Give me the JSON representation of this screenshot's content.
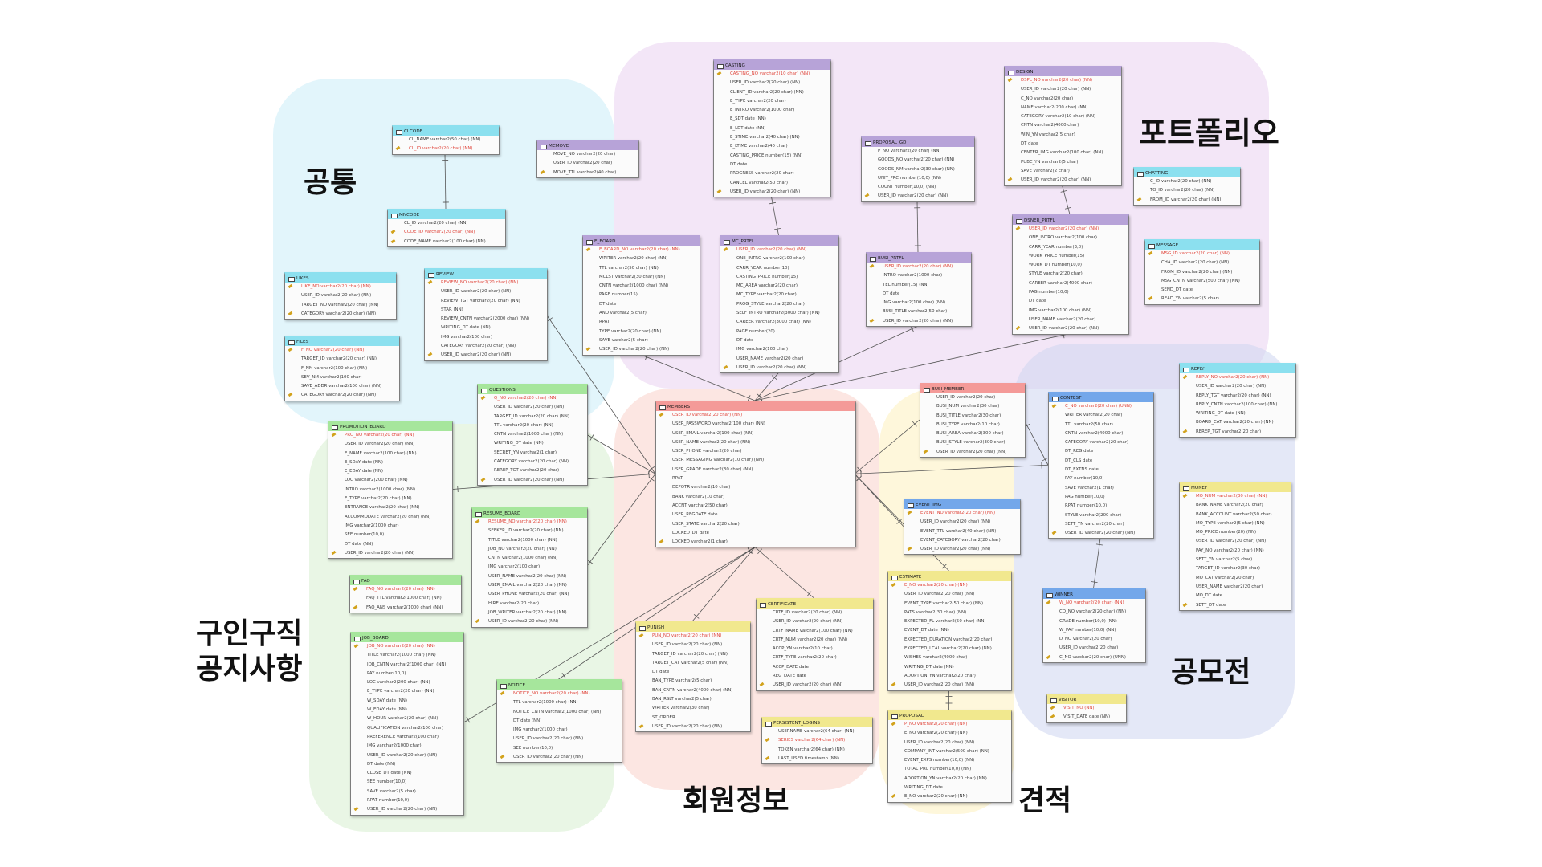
{
  "regions": {
    "common": "공통",
    "portfolio": "포트폴리오",
    "job": "구인구직\n공지사항",
    "member": "회원정보",
    "estimate": "견적",
    "contest": "공모전"
  },
  "colors": {
    "cyan": "#8ce0ef",
    "purple": "#b7a3d8",
    "red": "#f49a98",
    "blue": "#73a7ea",
    "yellow": "#f1e88e",
    "green": "#a6e69c"
  },
  "tables": [
    {
      "id": "clcode",
      "name": "CLCODE",
      "color": "cyan",
      "fields": [
        "CL_NAME varchar2(50 char) (NN)",
        "CL_ID varchar2(20 char) (NN)"
      ],
      "pk": [
        1
      ]
    },
    {
      "id": "mncode",
      "name": "MNCODE",
      "color": "cyan",
      "fields": [
        "CL_ID varchar2(20 char) (NN)",
        "CODE_ID varchar2(20 char) (NN)",
        "CODE_NAME varchar2(100 char) (NN)"
      ],
      "pk": [
        1
      ]
    },
    {
      "id": "mcmove",
      "name": "MCMOVE",
      "color": "purple",
      "fields": [
        "MOVE_NO varchar2(20 char)",
        "USER_ID varchar2(20 char)",
        "MOVE_TTL varchar2(40 char)"
      ],
      "pk": []
    },
    {
      "id": "likes",
      "name": "LIKES",
      "color": "cyan",
      "fields": [
        "LIKE_NO varchar2(20 char) (NN)",
        "USER_ID varchar2(20 char) (NN)",
        "TARGET_NO varchar2(20 char) (NN)",
        "CATEGORY varchar2(20 char) (NN)"
      ],
      "pk": [
        0
      ]
    },
    {
      "id": "files",
      "name": "FILES",
      "color": "cyan",
      "fields": [
        "F_NO varchar2(20 char) (NN)",
        "TARGET_ID varchar2(20 char) (NN)",
        "F_NM varchar2(100 char) (NN)",
        "SEV_NM varchar2(100 char)",
        "SAVE_ADDR varchar2(100 char) (NN)",
        "CATEGORY varchar2(20 char) (NN)"
      ],
      "pk": [
        0
      ]
    },
    {
      "id": "review",
      "name": "REVIEW",
      "color": "cyan",
      "fields": [
        "REVIEW_NO varchar2(20 char) (NN)",
        "USER_ID varchar2(20 char) (NN)",
        "REVIEW_TGT varchar2(20 char) (NN)",
        "STAR (NN)",
        "REVIEW_CNTN varchar2(2000 char) (NN)",
        "WRITING_DT date (NN)",
        "IMG varchar2(100 char)",
        "CATEGORY varchar2(20 char) (NN)",
        "USER_ID varchar2(20 char) (NN)"
      ],
      "pk": [
        0
      ]
    },
    {
      "id": "e_board",
      "name": "E_BOARD",
      "color": "purple",
      "fields": [
        "E_BOARD_NO varchar2(20 char) (NN)",
        "WRITER varchar2(20 char) (NN)",
        "TTL varchar2(50 char) (NN)",
        "MCLST varchar2(30 char) (NN)",
        "CNTN varchar2(1000 char) (NN)",
        "PAGE number(15)",
        "DT date",
        "ANO varchar2(5 char)",
        "RPAT",
        "TYPE varchar2(20 char) (NN)",
        "SAVE varchar2(5 char)",
        "USER_ID varchar2(20 char) (NN)"
      ],
      "pk": [
        0
      ]
    },
    {
      "id": "casting",
      "name": "CASTING",
      "color": "purple",
      "fields": [
        "CASTING_NO varchar2(10 char) (NN)",
        "USER_ID varchar2(20 char) (NN)",
        "CLIENT_ID varchar2(20 char) (NN)",
        "E_TYPE varchar2(20 char)",
        "E_INTRO varchar2(1000 char)",
        "E_SDT date (NN)",
        "E_LDT date (NN)",
        "E_STIME varchar2(40 char) (NN)",
        "E_LTIME varchar2(40 char)",
        "CASTING_PRICE number(15) (NN)",
        "DT date",
        "PROGRESS varchar2(20 char)",
        "CANCEL varchar2(50 char)",
        "USER_ID varchar2(20 char) (NN)"
      ],
      "pk": [
        0
      ]
    },
    {
      "id": "mc_prtfl",
      "name": "MC_PRTFL",
      "color": "purple",
      "fields": [
        "USER_ID varchar2(20 char) (NN)",
        "ONE_INTRO varchar2(100 char)",
        "CARR_YEAR number(10)",
        "CASTING_PRICE number(15)",
        "MC_AREA varchar2(20 char)",
        "MC_TYPE varchar2(20 char)",
        "PROG_STYLE varchar2(20 char)",
        "SELF_INTRO varchar2(3000 char) (NN)",
        "CAREER varchar2(3000 char) (NN)",
        "PAGE number(20)",
        "DT date",
        "IMG varchar2(100 char)",
        "USER_NAME varchar2(20 char)",
        "USER_ID varchar2(20 char) (NN)"
      ],
      "pk": [
        0
      ]
    },
    {
      "id": "proposal_gd",
      "name": "PROPOSAL_GD",
      "color": "purple",
      "fields": [
        "P_NO varchar2(20 char) (NN)",
        "GOODS_NO varchar2(20 char) (NN)",
        "GOODS_NM varchar2(30 char) (NN)",
        "UNIT_PRC number(10,0) (NN)",
        "COUNT number(10,0) (NN)",
        "USER_ID varchar2(20 char) (NN)"
      ],
      "pk": []
    },
    {
      "id": "busi_prtfl",
      "name": "BUSI_PRTFL",
      "color": "purple",
      "fields": [
        "USER_ID varchar2(20 char) (NN)",
        "INTRO varchar2(1000 char)",
        "TEL number(15) (NN)",
        "DT date",
        "IMG varchar2(100 char) (NN)",
        "BUSI_TITLE varchar2(50 char)",
        "USER_ID varchar2(20 char) (NN)"
      ],
      "pk": [
        0
      ]
    },
    {
      "id": "design",
      "name": "DESIGN",
      "color": "purple",
      "fields": [
        "DSPL_NO varchar2(20 char) (NN)",
        "USER_ID varchar2(20 char) (NN)",
        "C_NO varchar2(20 char)",
        "NAME varchar2(200 char) (NN)",
        "CATEGORY varchar2(10 char) (NN)",
        "CNTN varchar2(4000 char)",
        "WIN_YN varchar2(5 char)",
        "DT date",
        "CENTER_IMG varchar2(100 char) (NN)",
        "PUBC_YN varchar2(5 char)",
        "SAVE varchar2(2 char)",
        "USER_ID varchar2(20 char) (NN)"
      ],
      "pk": [
        0
      ]
    },
    {
      "id": "dsner_prtfl",
      "name": "DSNER_PRTFL",
      "color": "purple",
      "fields": [
        "USER_ID varchar2(20 char) (NN)",
        "ONE_INTRO varchar2(100 char)",
        "CARR_YEAR number(3,0)",
        "WORK_PRICE number(15)",
        "WORK_DT number(10,0)",
        "STYLE varchar2(20 char)",
        "CAREER varchar2(4000 char)",
        "PAG number(10,0)",
        "DT date",
        "IMG varchar2(100 char) (NN)",
        "USER_NAME varchar2(20 char)",
        "USER_ID varchar2(20 char) (NN)"
      ],
      "pk": [
        0
      ]
    },
    {
      "id": "chatting",
      "name": "CHATTING",
      "color": "cyan",
      "fields": [
        "C_ID varchar2(20 char) (NN)",
        "TO_ID varchar2(20 char) (NN)",
        "FROM_ID varchar2(20 char) (NN)"
      ],
      "pk": []
    },
    {
      "id": "message",
      "name": "MESSAGE",
      "color": "cyan",
      "fields": [
        "MSG_ID varchar2(20 char) (NN)",
        "CHA_ID varchar2(20 char) (NN)",
        "FROM_ID varchar2(20 char) (NN)",
        "MSG_CNTN varchar2(500 char) (NN)",
        "SEND_DT date",
        "READ_YN varchar2(5 char)"
      ],
      "pk": [
        0
      ]
    },
    {
      "id": "questions",
      "name": "QUESTIONS",
      "color": "green",
      "fields": [
        "Q_NO varchar2(20 char) (NN)",
        "USER_ID varchar2(20 char) (NN)",
        "TARGET_ID varchar2(20 char) (NN)",
        "TTL varchar2(20 char) (NN)",
        "CNTN varchar2(1000 char) (NN)",
        "WRITING_DT date (NN)",
        "SECRET_YN varchar2(1 char)",
        "CATEGORY varchar2(20 char) (NN)",
        "REREP_TGT varchar2(20 char)",
        "USER_ID varchar2(20 char) (NN)"
      ],
      "pk": [
        0
      ]
    },
    {
      "id": "promotion_board",
      "name": "PROMOTION_BOARD",
      "color": "green",
      "fields": [
        "PRO_NO varchar2(20 char) (NN)",
        "USER_ID varchar2(20 char) (NN)",
        "E_NAME varchar2(100 char) (NN)",
        "E_SDAY date (NN)",
        "E_EDAY date (NN)",
        "LOC varchar2(200 char) (NN)",
        "INTRO varchar2(1000 char) (NN)",
        "E_TYPE varchar2(20 char) (NN)",
        "ENTRANCE varchar2(20 char) (NN)",
        "ACCOMMODATE varchar2(20 char) (NN)",
        "IMG varchar2(1000 char)",
        "SEE number(10,0)",
        "DT date (NN)",
        "USER_ID varchar2(20 char) (NN)"
      ],
      "pk": [
        0
      ]
    },
    {
      "id": "resume_board",
      "name": "RESUME_BOARD",
      "color": "green",
      "fields": [
        "RESUME_NO varchar2(20 char) (NN)",
        "SEEKER_ID varchar2(20 char) (NN)",
        "TITLE varchar2(1000 char) (NN)",
        "JOB_NO varchar2(20 char) (NN)",
        "CNTN varchar2(1000 char) (NN)",
        "IMG varchar2(100 char)",
        "USER_NAME varchar2(20 char) (NN)",
        "USER_EMAIL varchar2(20 char) (NN)",
        "USER_PHONE varchar2(20 char) (NN)",
        "HIRE varchar2(20 char)",
        "JOB_WRITER varchar2(20 char) (NN)",
        "USER_ID varchar2(20 char) (NN)"
      ],
      "pk": [
        0
      ]
    },
    {
      "id": "faq",
      "name": "FAQ",
      "color": "green",
      "fields": [
        "FAQ_NO varchar2(20 char) (NN)",
        "FAQ_TTL varchar2(1000 char) (NN)",
        "FAQ_ANS varchar2(1000 char) (NN)"
      ],
      "pk": [
        0
      ]
    },
    {
      "id": "job_board",
      "name": "JOB_BOARD",
      "color": "green",
      "fields": [
        "JOB_NO varchar2(20 char) (NN)",
        "TITLE varchar2(1000 char) (NN)",
        "JOB_CNTN varchar2(1000 char) (NN)",
        "PAY number(10,0)",
        "LOC varchar2(200 char) (NN)",
        "E_TYPE varchar2(20 char) (NN)",
        "W_SDAY date (NN)",
        "W_EDAY date (NN)",
        "W_HOUR varchar2(20 char) (NN)",
        "QUALIFICATION varchar2(100 char)",
        "PREFERENCE varchar2(100 char)",
        "IMG varchar2(1000 char)",
        "USER_ID varchar2(20 char) (NN)",
        "DT date (NN)",
        "CLOSE_DT date (NN)",
        "SEE number(10,0)",
        "SAVE varchar2(5 char)",
        "RPAT number(10,0)",
        "USER_ID varchar2(20 char) (NN)"
      ],
      "pk": [
        0
      ]
    },
    {
      "id": "notice",
      "name": "NOTICE",
      "color": "green",
      "fields": [
        "NOTICE_NO varchar2(20 char) (NN)",
        "TTL varchar2(1000 char) (NN)",
        "NOTICE_CNTN varchar2(1000 char) (NN)",
        "DT date (NN)",
        "IMG varchar2(1000 char)",
        "USER_ID varchar2(20 char) (NN)",
        "SEE number(10,0)",
        "USER_ID varchar2(20 char) (NN)"
      ],
      "pk": [
        0
      ]
    },
    {
      "id": "members",
      "name": "MEMBERS",
      "color": "red",
      "fields": [
        "USER_ID varchar2(20 char) (NN)",
        "USER_PASSWORD varchar2(100 char) (NN)",
        "USER_EMAIL varchar2(100 char) (NN)",
        "USER_NAME varchar2(20 char) (NN)",
        "USER_PHONE varchar2(20 char)",
        "USER_MESSAGING varchar2(10 char) (NN)",
        "USER_GRADE varchar2(30 char) (NN)",
        "RPAT",
        "DEPOTR varchar2(10 char)",
        "BANK varchar2(10 char)",
        "ACCNT varchar2(50 char)",
        "USER_REGDATE date",
        "USER_STATE varchar2(20 char)",
        "LOCKED_DT date",
        "LOCKED varchar2(1 char)"
      ],
      "pk": [
        0
      ]
    },
    {
      "id": "punish",
      "name": "PUNISH",
      "color": "yellow",
      "fields": [
        "PUN_NO varchar2(20 char) (NN)",
        "USER_ID varchar2(20 char) (NN)",
        "TARGET_ID varchar2(20 char) (NN)",
        "TARGET_CAT varchar2(5 char) (NN)",
        "DT date",
        "BAN_TYPE varchar2(5 char)",
        "BAN_CNTN varchar2(4000 char) (NN)",
        "BAN_RSLT varchar2(5 char)",
        "WRITER varchar2(30 char)",
        "ST_ORDER",
        "USER_ID varchar2(20 char) (NN)"
      ],
      "pk": [
        0
      ]
    },
    {
      "id": "certificate",
      "name": "CERTIFICATE",
      "color": "yellow",
      "fields": [
        "CRTF_ID varchar2(20 char) (NN)",
        "USER_ID varchar2(20 char) (NN)",
        "CRTF_NAME varchar2(100 char) (NN)",
        "CRTF_NUM varchar2(20 char) (NN)",
        "ACCP_YN varchar2(10 char)",
        "CRTF_TYPE varchar2(20 char)",
        "ACCP_DATE date",
        "REG_DATE date",
        "USER_ID varchar2(20 char) (NN)"
      ],
      "pk": []
    },
    {
      "id": "persistent_logins",
      "name": "PERSISTENT_LOGINS",
      "color": "yellow",
      "fields": [
        "USERNAME varchar2(64 char) (NN)",
        "SERIES varchar2(64 char) (NN)",
        "TOKEN varchar2(64 char) (NN)",
        "LAST_USED timestamp (NN)"
      ],
      "pk": [
        1
      ]
    },
    {
      "id": "busi_member",
      "name": "BUSI_MEMBER",
      "color": "red",
      "fields": [
        "USER_ID varchar2(20 char)",
        "BUSI_NUM varchar2(30 char)",
        "BUSI_TITLE varchar2(30 char)",
        "BUSI_TYPE varchar2(10 char)",
        "BUSI_AREA varchar2(300 char)",
        "BUSI_STYLE varchar2(300 char)",
        "USER_ID varchar2(20 char) (NN)"
      ],
      "pk": []
    },
    {
      "id": "event_img",
      "name": "EVENT_IMG",
      "color": "blue",
      "fields": [
        "EVENT_NO varchar2(20 char) (NN)",
        "USER_ID varchar2(20 char) (NN)",
        "EVENT_TTL varchar2(40 char) (NN)",
        "EVENT_CATEGORY varchar2(20 char)",
        "USER_ID varchar2(20 char) (NN)"
      ],
      "pk": [
        0
      ]
    },
    {
      "id": "estimate",
      "name": "ESTIMATE",
      "color": "yellow",
      "fields": [
        "E_NO varchar2(20 char) (NN)",
        "USER_ID varchar2(20 char) (NN)",
        "EVENT_TYPE varchar2(50 char) (NN)",
        "PATS varchar2(30 char) (NN)",
        "EXPECTED_FL varchar2(50 char) (NN)",
        "EVENT_DT date (NN)",
        "EXPECTED_DURATION varchar2(20 char)",
        "EXPECTED_LCAL varchar2(20 char) (NN)",
        "WISHES varchar2(4000 char)",
        "WRITING_DT date (NN)",
        "ADOPTION_YN varchar2(20 char)",
        "USER_ID varchar2(20 char) (NN)"
      ],
      "pk": [
        0
      ]
    },
    {
      "id": "proposal",
      "name": "PROPOSAL",
      "color": "yellow",
      "fields": [
        "P_NO varchar2(20 char) (NN)",
        "E_NO varchar2(20 char) (NN)",
        "USER_ID varchar2(20 char) (NN)",
        "COMPANY_INT varchar2(500 char) (NN)",
        "EVENT_EXPS number(10,0) (NN)",
        "TOTAL_PRC number(10,0) (NN)",
        "ADOPTION_YN varchar2(20 char) (NN)",
        "WRITING_DT date",
        "E_NO varchar2(20 char) (NN)"
      ],
      "pk": [
        0
      ]
    },
    {
      "id": "contest",
      "name": "CONTEST",
      "color": "blue",
      "fields": [
        "C_NO varchar2(20 char) (UNN)",
        "WRITER varchar2(20 char)",
        "TTL varchar2(50 char)",
        "CNTN varchar2(4000 char)",
        "CATEGORY varchar2(20 char)",
        "DT_REG date",
        "DT_CLS date",
        "DT_EXTNS date",
        "PAY number(10,0)",
        "SAVE varchar2(1 char)",
        "PAG number(10,0)",
        "RPAT number(10,0)",
        "STYLE varchar2(200 char)",
        "SETT_YN varchar2(20 char)",
        "USER_ID varchar2(20 char) (NN)"
      ],
      "pk": [
        0
      ]
    },
    {
      "id": "winner",
      "name": "WINNER",
      "color": "blue",
      "fields": [
        "W_NO varchar2(20 char) (NN)",
        "CO_NO varchar2(20 char) (NN)",
        "GRADE number(10,0) (NN)",
        "W_PAY number(10,0) (NN)",
        "D_NO varchar2(20 char)",
        "USER_ID varchar2(20 char)",
        "C_NO varchar2(20 char) (UNN)"
      ],
      "pk": [
        0
      ]
    },
    {
      "id": "visitor",
      "name": "VISITOR",
      "color": "yellow",
      "fields": [
        "VISIT_NO (NN)",
        "VISIT_DATE date (NN)"
      ],
      "pk": [
        0
      ]
    },
    {
      "id": "reply",
      "name": "REPLY",
      "color": "cyan",
      "fields": [
        "REPLY_NO varchar2(20 char) (NN)",
        "USER_ID varchar2(20 char) (NN)",
        "REPLY_TGT varchar2(20 char) (NN)",
        "REPLY_CNTN varchar2(100 char) (NN)",
        "WRITING_DT date (NN)",
        "BOARD_CAT varchar2(20 char) (NN)",
        "REREP_TGT varchar2(20 char)"
      ],
      "pk": [
        0
      ]
    },
    {
      "id": "money",
      "name": "MONEY",
      "color": "yellow",
      "fields": [
        "MO_NUM varchar2(30 char) (NN)",
        "BANK_NAME varchar2(20 char)",
        "BANK_ACCOUNT varchar2(50 char)",
        "MO_TYPE varchar2(5 char) (NN)",
        "MO_PRICE number(20) (NN)",
        "USER_ID varchar2(20 char) (NN)",
        "PAY_NO varchar2(20 char) (NN)",
        "SETT_YN varchar2(5 char)",
        "TARGET_ID varchar2(30 char)",
        "MO_CAT varchar2(20 char)",
        "USER_NAME varchar2(20 char)",
        "MO_DT date",
        "SETT_DT date"
      ],
      "pk": [
        0
      ]
    }
  ]
}
